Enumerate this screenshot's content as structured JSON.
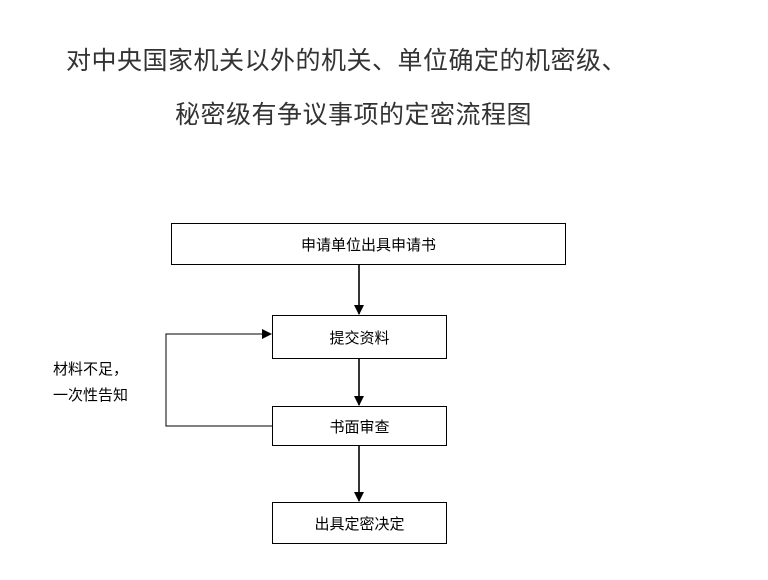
{
  "title": {
    "line1": "对中央国家机关以外的机关、单位确定的机密级、",
    "line2": "秘密级有争议事项的定密流程图"
  },
  "steps": [
    {
      "id": "apply",
      "label": "申请单位出具申请书"
    },
    {
      "id": "submit",
      "label": "提交资料"
    },
    {
      "id": "review",
      "label": "书面审查"
    },
    {
      "id": "decide",
      "label": "出具定密决定"
    }
  ],
  "feedback_note": {
    "line1": "材料不足，",
    "line2": "一次性告知"
  }
}
